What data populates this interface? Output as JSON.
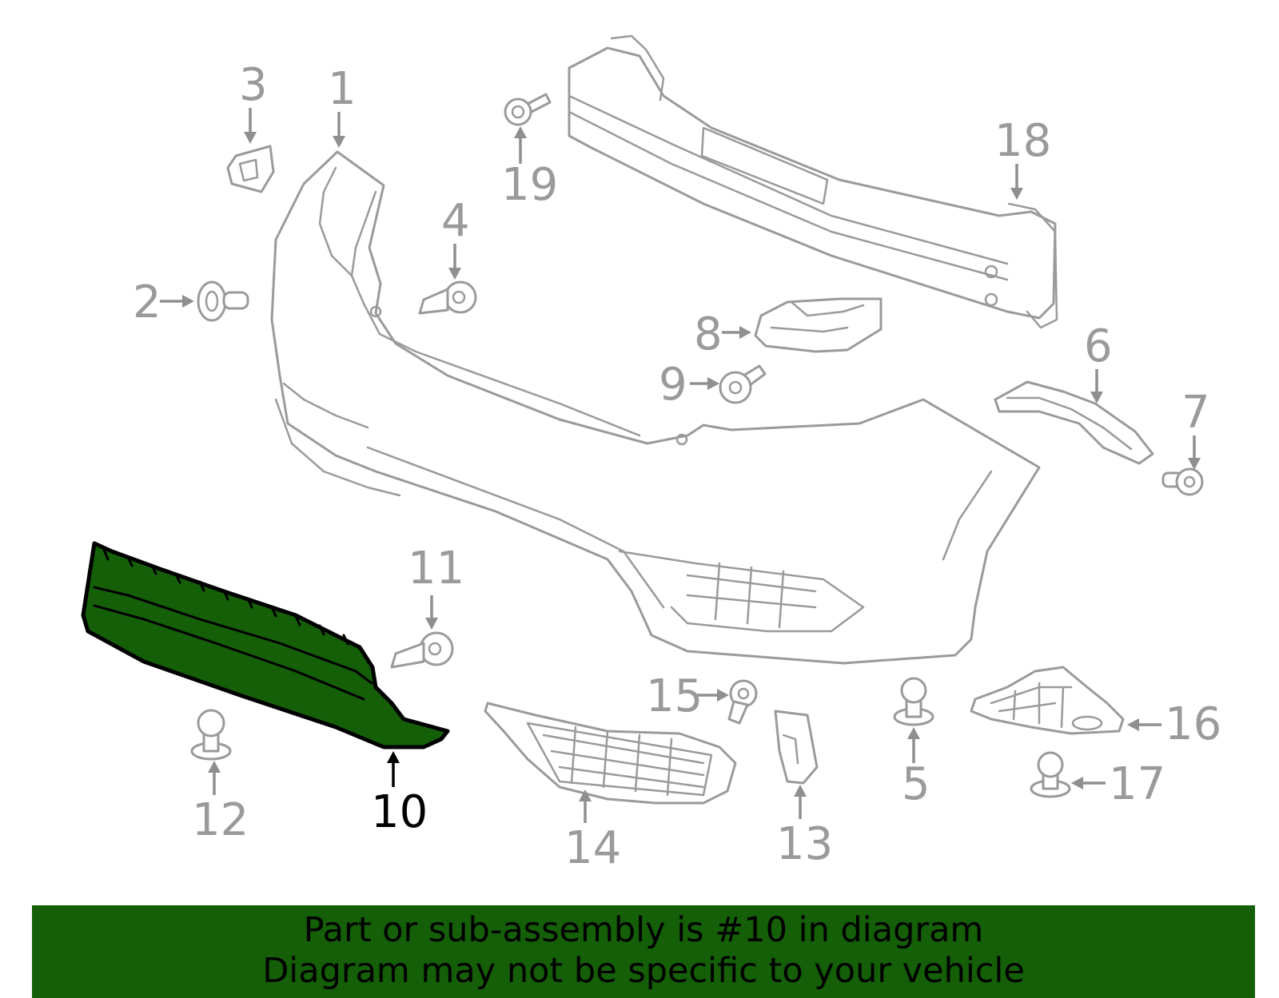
{
  "callouts": {
    "c1": "1",
    "c2": "2",
    "c3": "3",
    "c4": "4",
    "c5": "5",
    "c6": "6",
    "c7": "7",
    "c8": "8",
    "c9": "9",
    "c10": "10",
    "c11": "11",
    "c12": "12",
    "c13": "13",
    "c14": "14",
    "c15": "15",
    "c16": "16",
    "c17": "17",
    "c18": "18",
    "c19": "19"
  },
  "highlighted_part": "10",
  "colors": {
    "highlight": "#145f07",
    "outline": "#9a9a9a",
    "banner": "#145f07"
  },
  "banner": {
    "line1": "Part or sub-assembly is #10 in diagram",
    "line2": "Diagram may not be specific to your vehicle"
  }
}
